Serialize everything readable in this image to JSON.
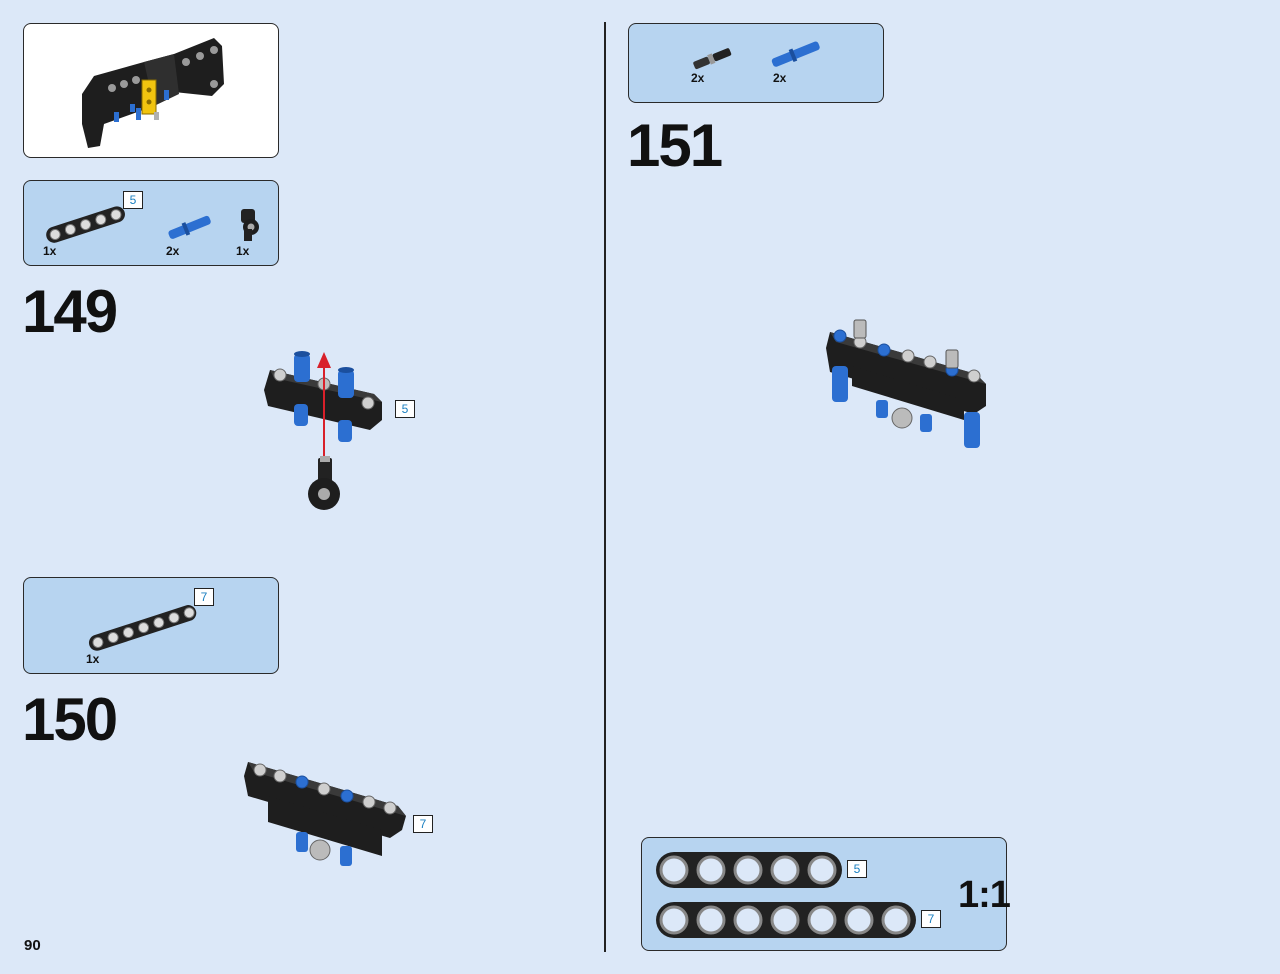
{
  "page_number": "90",
  "steps": [
    {
      "number": "149",
      "parts": [
        {
          "qty": "1x",
          "length": "5",
          "kind": "beam"
        },
        {
          "qty": "2x",
          "kind": "blue-pin"
        },
        {
          "qty": "1x",
          "kind": "pin-connector"
        }
      ],
      "callout_length": "5"
    },
    {
      "number": "150",
      "parts": [
        {
          "qty": "1x",
          "length": "7",
          "kind": "beam"
        }
      ],
      "callout_length": "7"
    },
    {
      "number": "151",
      "parts": [
        {
          "qty": "2x",
          "kind": "black-axle-pin"
        },
        {
          "qty": "2x",
          "kind": "blue-pin"
        }
      ]
    }
  ],
  "scale_box": {
    "label": "1:1",
    "beams": [
      {
        "length": "5"
      },
      {
        "length": "7"
      }
    ]
  },
  "colors": {
    "page_bg": "#dce8f8",
    "panel_bg": "#b7d4f0",
    "beam_black": "#222222",
    "pin_blue": "#2c6fd1",
    "arrow_red": "#d8202a"
  }
}
